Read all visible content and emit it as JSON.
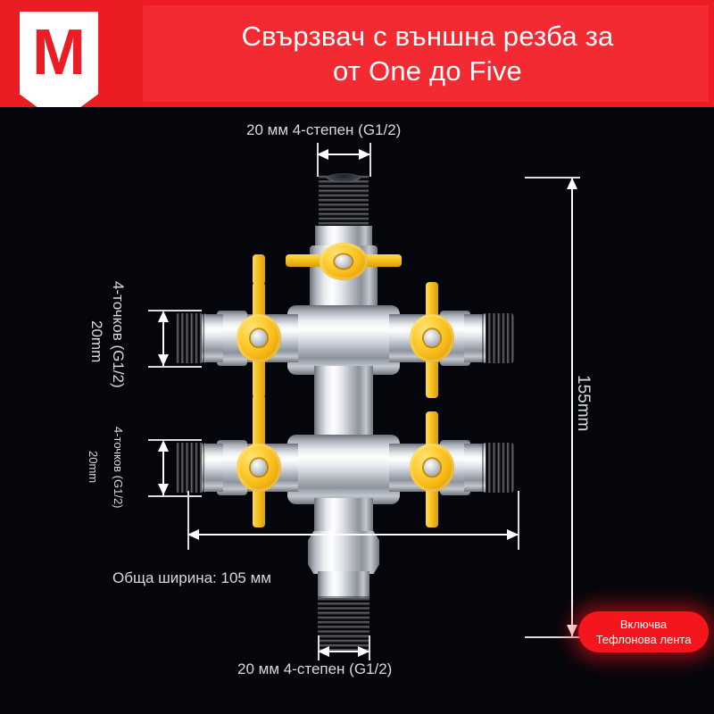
{
  "header": {
    "logo_letter": "M",
    "title_line1": "Свързвач с външна резба за",
    "title_line2": "от One до Five",
    "brand_color": "#ec1c24"
  },
  "product": {
    "body_finish_color": "#c8ccd2",
    "handle_color": "#f7c01f",
    "background_color": "#05060b"
  },
  "annotations": {
    "top_port": "20 мм 4-степен (G1/2)",
    "bottom_port": "20 мм 4-степен (G1/2)",
    "left_upper_thread": "4-точков (G1/2)",
    "left_upper_size": "20mm",
    "left_lower_thread": "4-точков (G1/2)",
    "left_lower_size": "20mm",
    "total_height": "155mm",
    "total_width": "Обща ширина: 105 мм"
  },
  "badge": {
    "line1": "Включва",
    "line2": "Тефлонова лента",
    "color": "#f5151d"
  }
}
